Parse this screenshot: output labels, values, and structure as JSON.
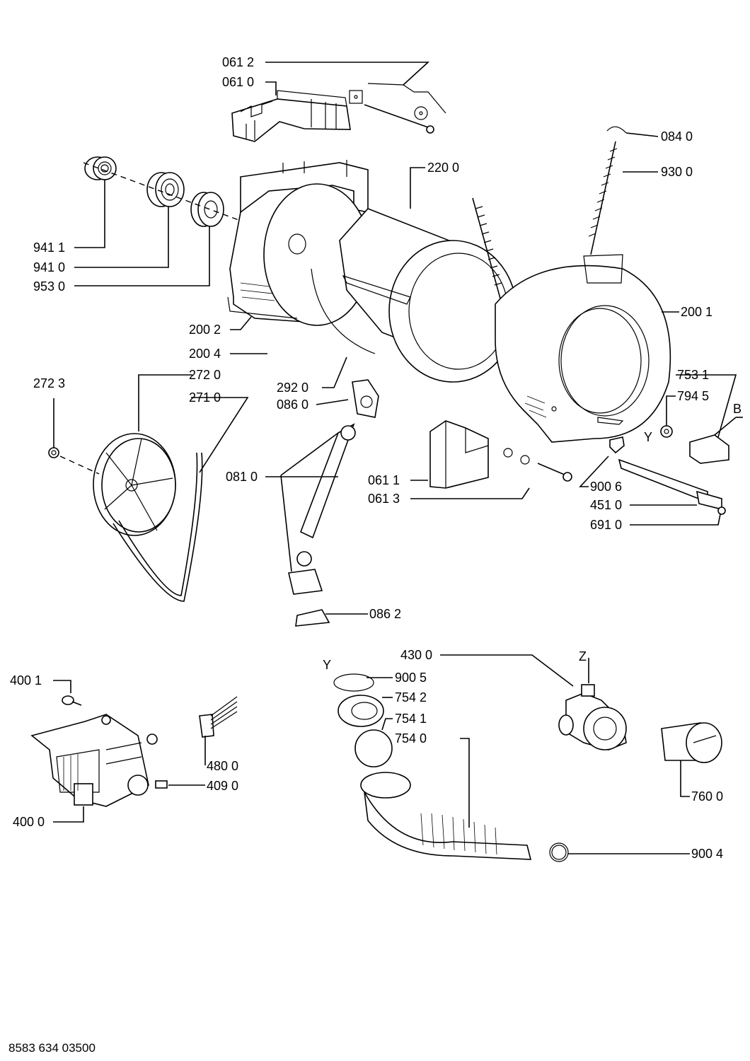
{
  "labels": {
    "l0612": "061 2",
    "l0610": "061 0",
    "l0840": "084 0",
    "l2200": "220 0",
    "l9300": "930 0",
    "l9411": "941 1",
    "l9410": "941 0",
    "l9530": "953 0",
    "l2001": "200 1",
    "l2002": "200 2",
    "l2004": "200 4",
    "l2723": "272 3",
    "l2720": "272 0",
    "l2710": "271 0",
    "l2920": "292 0",
    "l0860": "086 0",
    "l7531": "753 1",
    "l7945": "794 5",
    "lB": "B",
    "lY1": "Y",
    "l0810": "081 0",
    "l0611": "061 1",
    "l0613": "061 3",
    "l9006": "900 6",
    "l4510": "451 0",
    "l6910": "691 0",
    "l0862": "086 2",
    "l4300": "430 0",
    "lZ": "Z",
    "lY2": "Y",
    "l9005": "900 5",
    "l7542": "754 2",
    "l7541": "754 1",
    "l7540": "754 0",
    "l4001": "400 1",
    "l4800": "480 0",
    "l4090": "409 0",
    "l4000": "400 0",
    "l7600": "760 0",
    "l9004": "900 4"
  },
  "footer": "8583 634 03500"
}
